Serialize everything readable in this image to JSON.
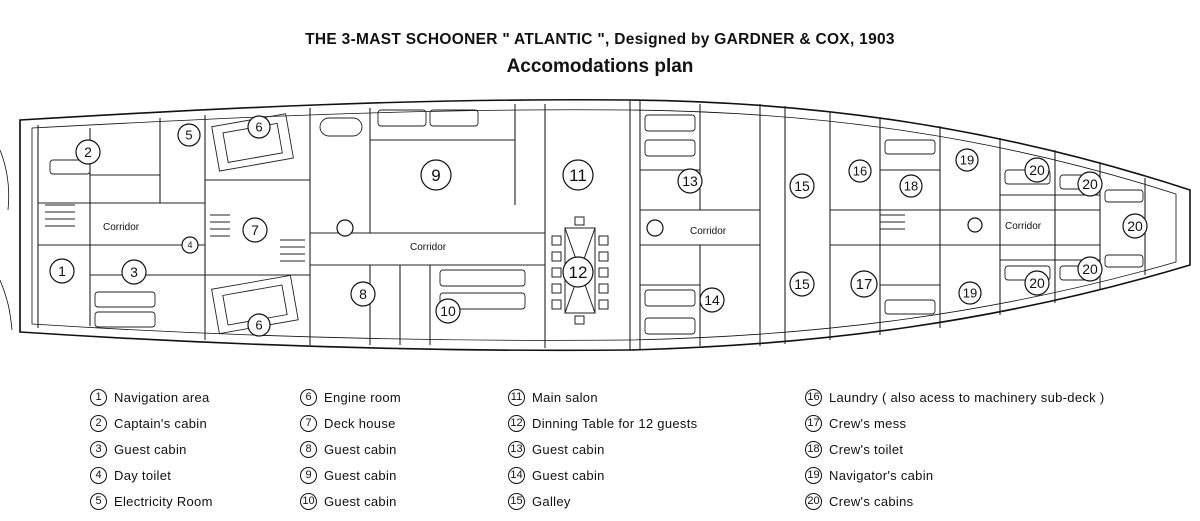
{
  "title": "THE 3-MAST SCHOONER \" ATLANTIC \", Designed by GARDNER & COX, 1903",
  "subtitle": "Accomodations plan",
  "plan_labels": {
    "corridor": "Corridor",
    "rooms": [
      "1",
      "2",
      "3",
      "4",
      "5",
      "6",
      "6",
      "7",
      "8",
      "9",
      "10",
      "11",
      "12",
      "13",
      "14",
      "15",
      "15",
      "16",
      "17",
      "18",
      "19",
      "19",
      "20",
      "20",
      "20",
      "20",
      "20"
    ]
  },
  "legend": [
    [
      {
        "n": "1",
        "label": "Navigation area"
      },
      {
        "n": "2",
        "label": "Captain's cabin"
      },
      {
        "n": "3",
        "label": "Guest cabin"
      },
      {
        "n": "4",
        "label": "Day toilet"
      },
      {
        "n": "5",
        "label": "Electricity Room"
      }
    ],
    [
      {
        "n": "6",
        "label": "Engine room"
      },
      {
        "n": "7",
        "label": "Deck house"
      },
      {
        "n": "8",
        "label": "Guest cabin"
      },
      {
        "n": "9",
        "label": "Guest cabin"
      },
      {
        "n": "10",
        "label": "Guest cabin"
      }
    ],
    [
      {
        "n": "11",
        "label": "Main salon"
      },
      {
        "n": "12",
        "label": "Dinning Table for 12 guests"
      },
      {
        "n": "13",
        "label": "Guest cabin"
      },
      {
        "n": "14",
        "label": "Guest cabin"
      },
      {
        "n": "15",
        "label": "Galley"
      }
    ],
    [
      {
        "n": "16",
        "label": "Laundry ( also acess to machinery sub-deck )"
      },
      {
        "n": "17",
        "label": "Crew's mess"
      },
      {
        "n": "18",
        "label": "Crew's toilet"
      },
      {
        "n": "19",
        "label": "Navigator's cabin"
      },
      {
        "n": "20",
        "label": "Crew's cabins"
      }
    ]
  ]
}
